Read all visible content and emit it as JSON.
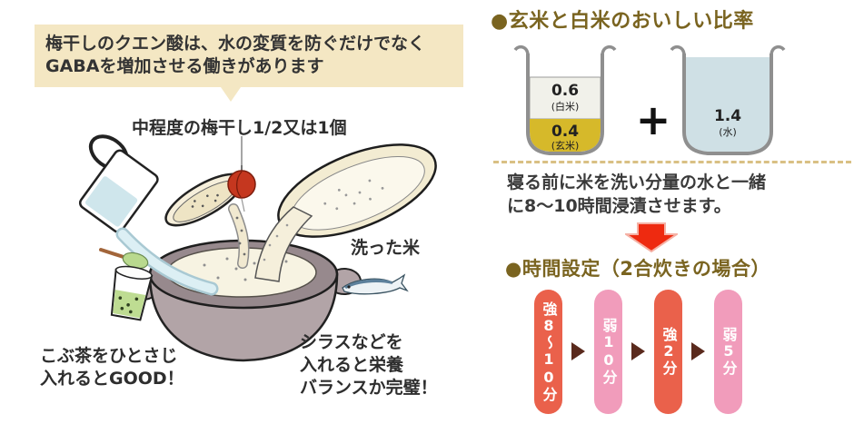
{
  "left": {
    "bubble": {
      "line1": "梅干しのクエン酸は、水の変質を防ぐだけでなく",
      "line2": "GABAを増加させる働きがあります",
      "bg_color": "#f4e7c3"
    },
    "caption": "中程度の梅干し1/2又は1個",
    "labels": {
      "washed_rice": "洗った米",
      "kobucha_line1": "こぶ茶をひとさじ",
      "kobucha_line2": "入れるとGOOD！",
      "shirasu_line1": "シラスなどを",
      "shirasu_line2": "入れると栄養",
      "shirasu_line3": "バランスか完璧！"
    },
    "illustration_items": [
      "water-pitcher",
      "sesame-bowl",
      "umeboshi-plum",
      "rice-bowl",
      "rice-pot",
      "kombu-tea-spoon",
      "kombu-tea-cup",
      "shirasu-fish"
    ]
  },
  "right": {
    "ratio": {
      "heading": "●玄米と白米のおいしい比率",
      "heading_color": "#7a6420",
      "cup_left": {
        "top_value": "0.6",
        "top_label": "(白米)",
        "top_fill": "#f1f1ea",
        "bottom_value": "0.4",
        "bottom_label": "(玄米)",
        "bottom_fill": "#d6b92a"
      },
      "plus": "+",
      "cup_right": {
        "value": "1.4",
        "label": "(水)",
        "fill": "#cfe0e5"
      }
    },
    "soak_note": {
      "line1": "寝る前に米を洗い分量の水と一緒",
      "line2": "に8〜10時間浸漬させます。"
    },
    "arrow_color": "#ee2a10",
    "time": {
      "heading": "●時間設定（2合炊きの場合）",
      "heading_color": "#7a6420",
      "steps": [
        {
          "label": "強8〜10分",
          "color": "#ea614b"
        },
        {
          "label": "弱10分",
          "color": "#f19cbb"
        },
        {
          "label": "強2分",
          "color": "#ea614b"
        },
        {
          "label": "弱5分",
          "color": "#f19cbb"
        }
      ],
      "step_arrow_color": "#5a2a1d"
    }
  },
  "colors": {
    "bubble_bg": "#f4e7c3",
    "heading_gold": "#7a6420",
    "dashed_separator": "#d9c084",
    "genmai_gold": "#d6b92a",
    "water_blue": "#cfe0e5",
    "pot_grey": "#b2a4a7",
    "pill_red": "#ea614b",
    "pill_pink": "#f19cbb"
  }
}
